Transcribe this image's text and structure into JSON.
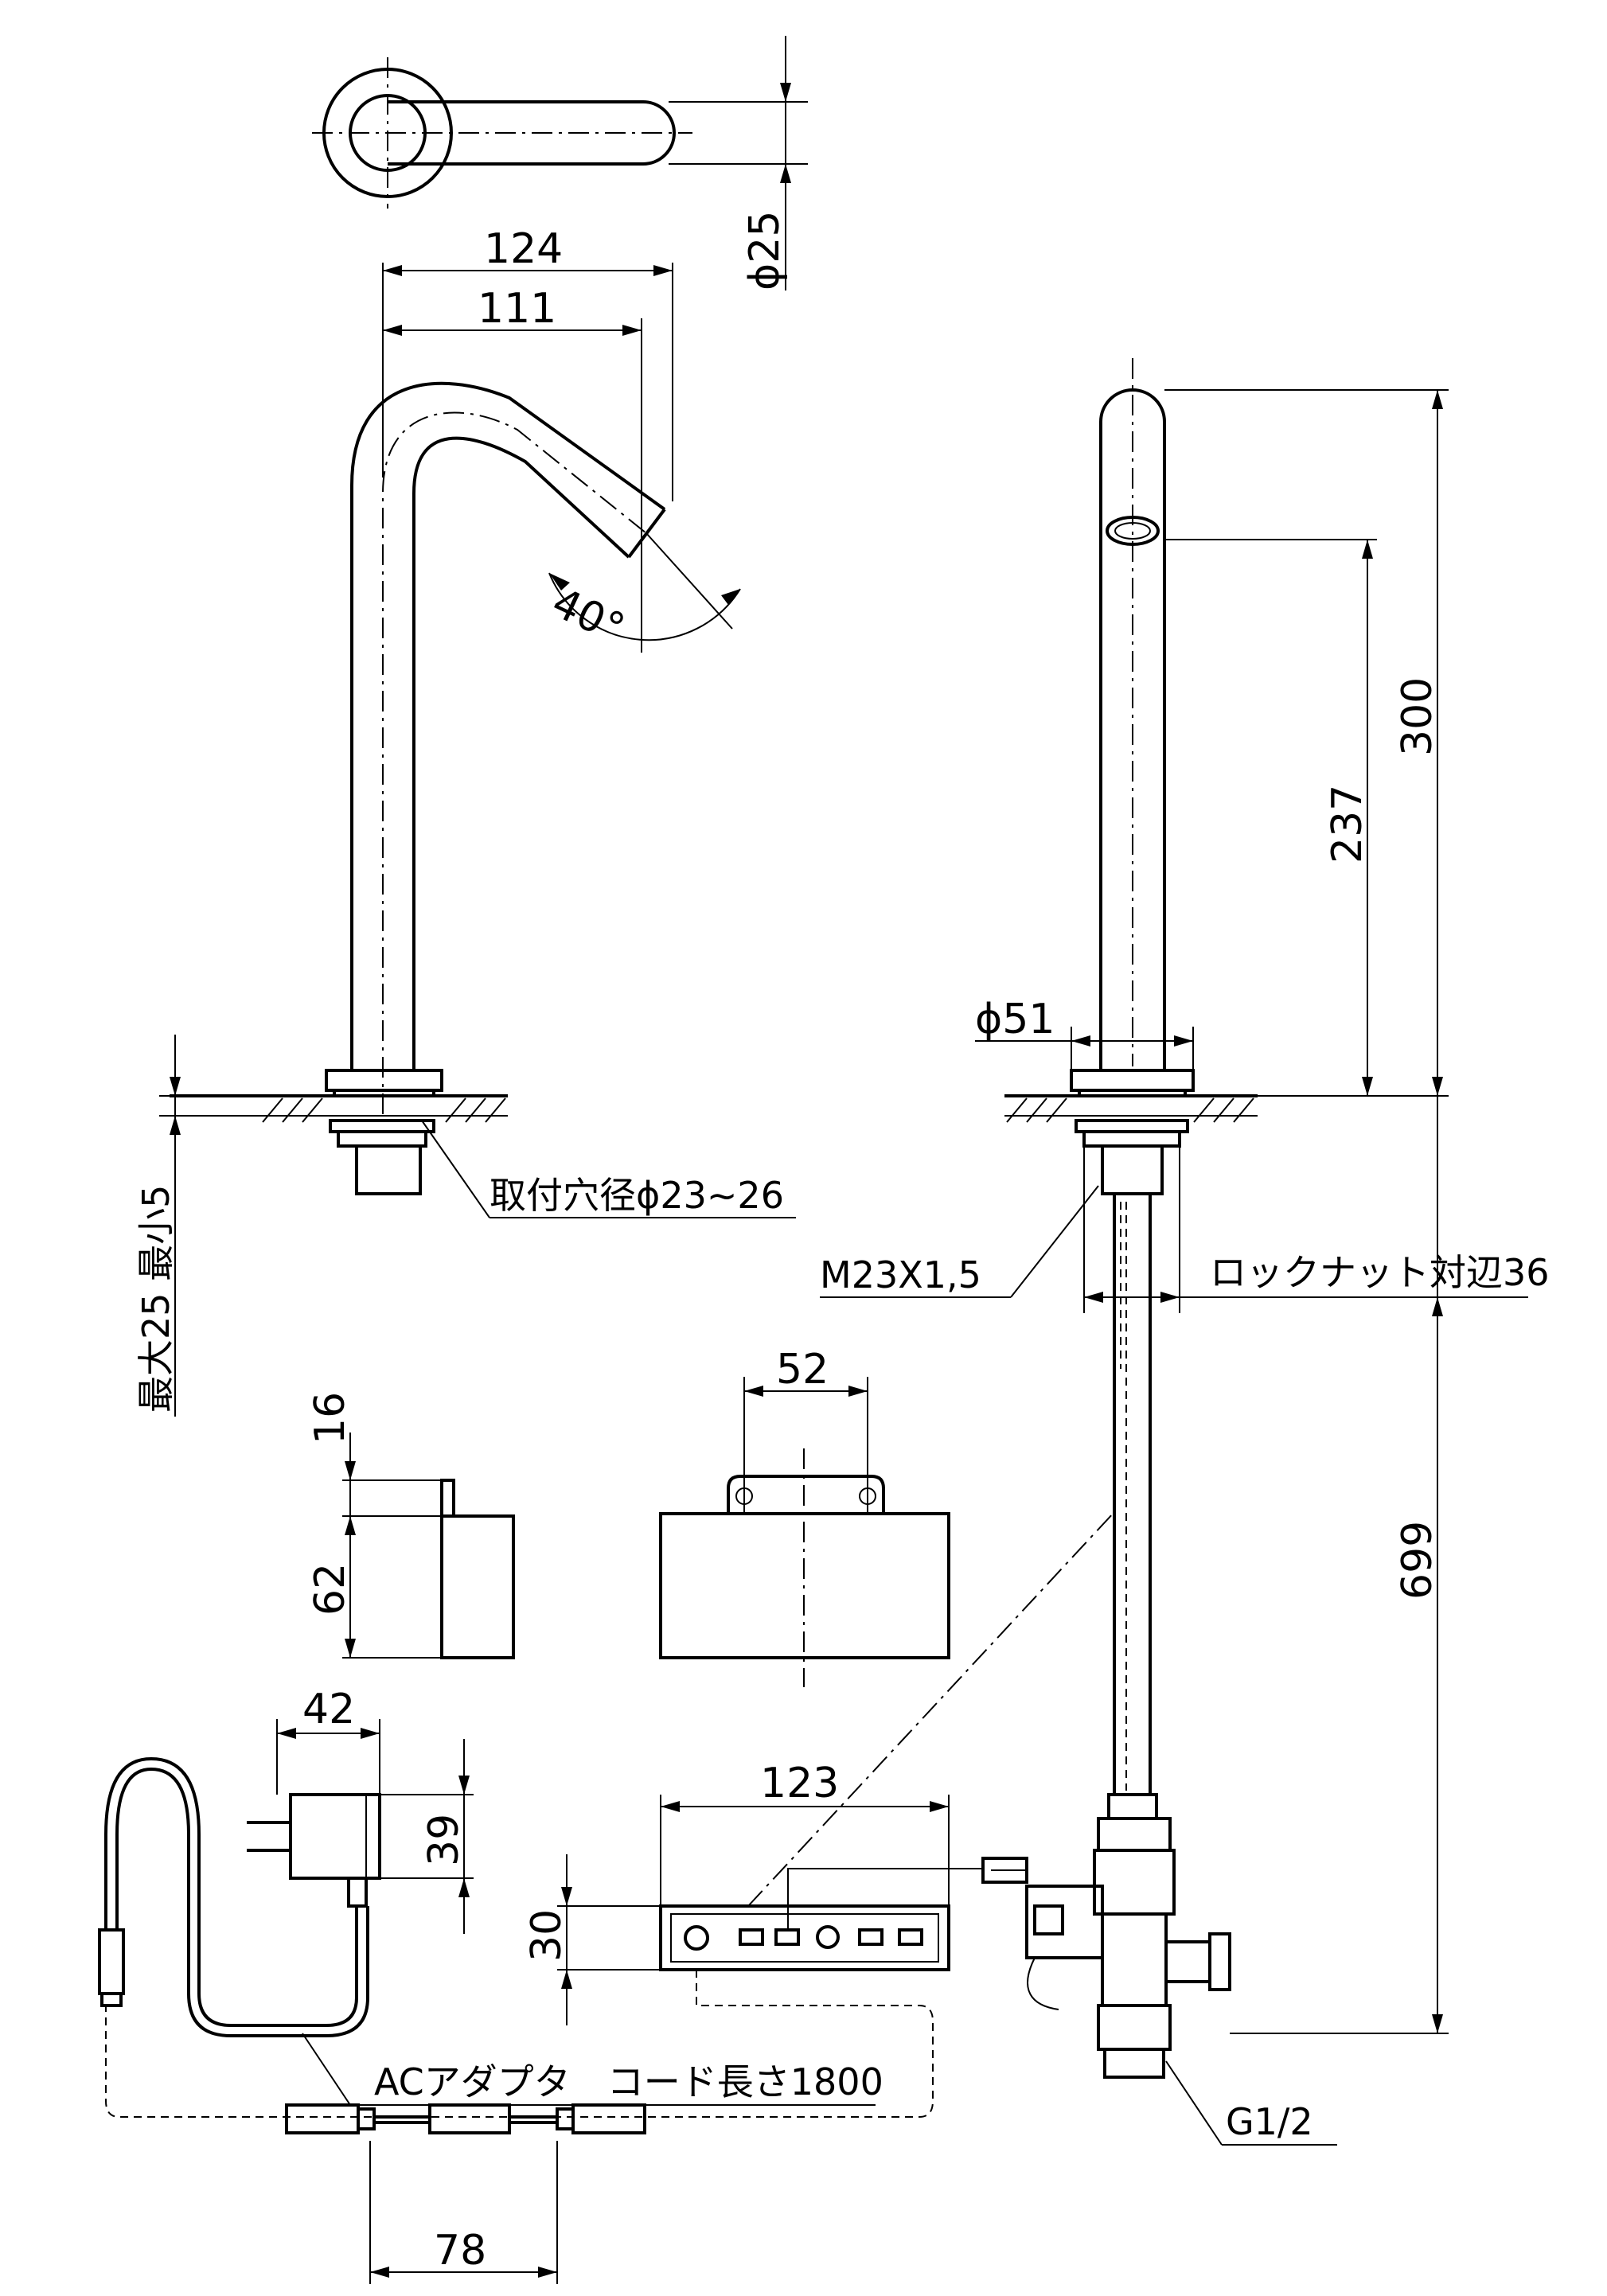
{
  "dimensions": {
    "top_diameter": "ϕ25",
    "spout_reach_outer": "124",
    "spout_reach_inner": "111",
    "spout_angle": "40°",
    "height_total": "300",
    "height_sensor": "237",
    "base_diameter": "ϕ51",
    "counter_thickness": "最大25  最小5",
    "mounting_hole": "取付穴径ϕ23~26",
    "thread": "M23X1,5",
    "locknut": "ロックナット対辺36",
    "hose_length": "699",
    "controller_width_top": "52",
    "controller_tab": "16",
    "controller_height": "62",
    "adapter_width": "42",
    "adapter_height": "39",
    "terminal_width": "123",
    "terminal_height": "30",
    "ac_adapter": "ACアダプタ　コード長さ1800",
    "inlet_thread": "G1/2",
    "connector_length": "78"
  }
}
